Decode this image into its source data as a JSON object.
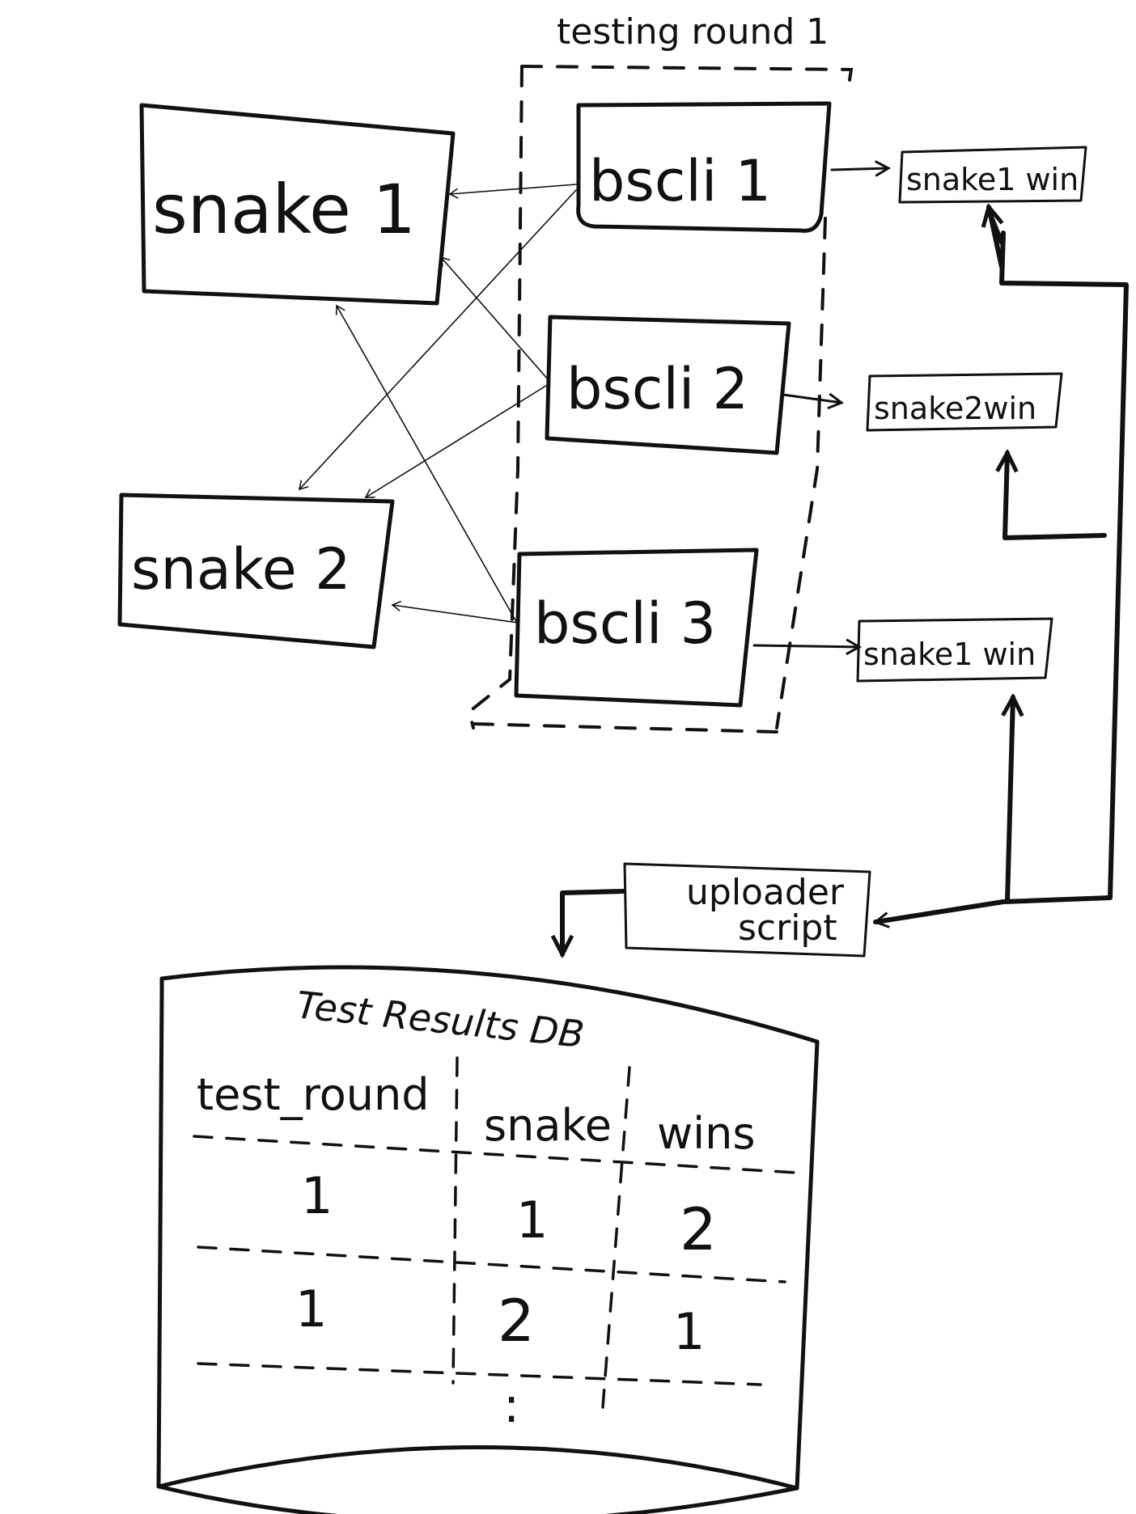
{
  "diagram": {
    "group_label": "testing round 1",
    "snakes": [
      {
        "label": "snake 1"
      },
      {
        "label": "snake 2"
      }
    ],
    "clients": [
      {
        "label": "bscli 1"
      },
      {
        "label": "bscli 2"
      },
      {
        "label": "bscli 3"
      }
    ],
    "results": [
      {
        "label": "snake1 win"
      },
      {
        "label": "snake2win"
      },
      {
        "label": "snake1 win"
      }
    ],
    "uploader": {
      "line1": "uploader",
      "line2": "script"
    },
    "database": {
      "title": "Test Results DB",
      "columns": [
        "test_round",
        "snake",
        "wins"
      ],
      "rows": [
        [
          "1",
          "1",
          "2"
        ],
        [
          "1",
          "2",
          "1"
        ]
      ],
      "continuation": ":"
    }
  }
}
